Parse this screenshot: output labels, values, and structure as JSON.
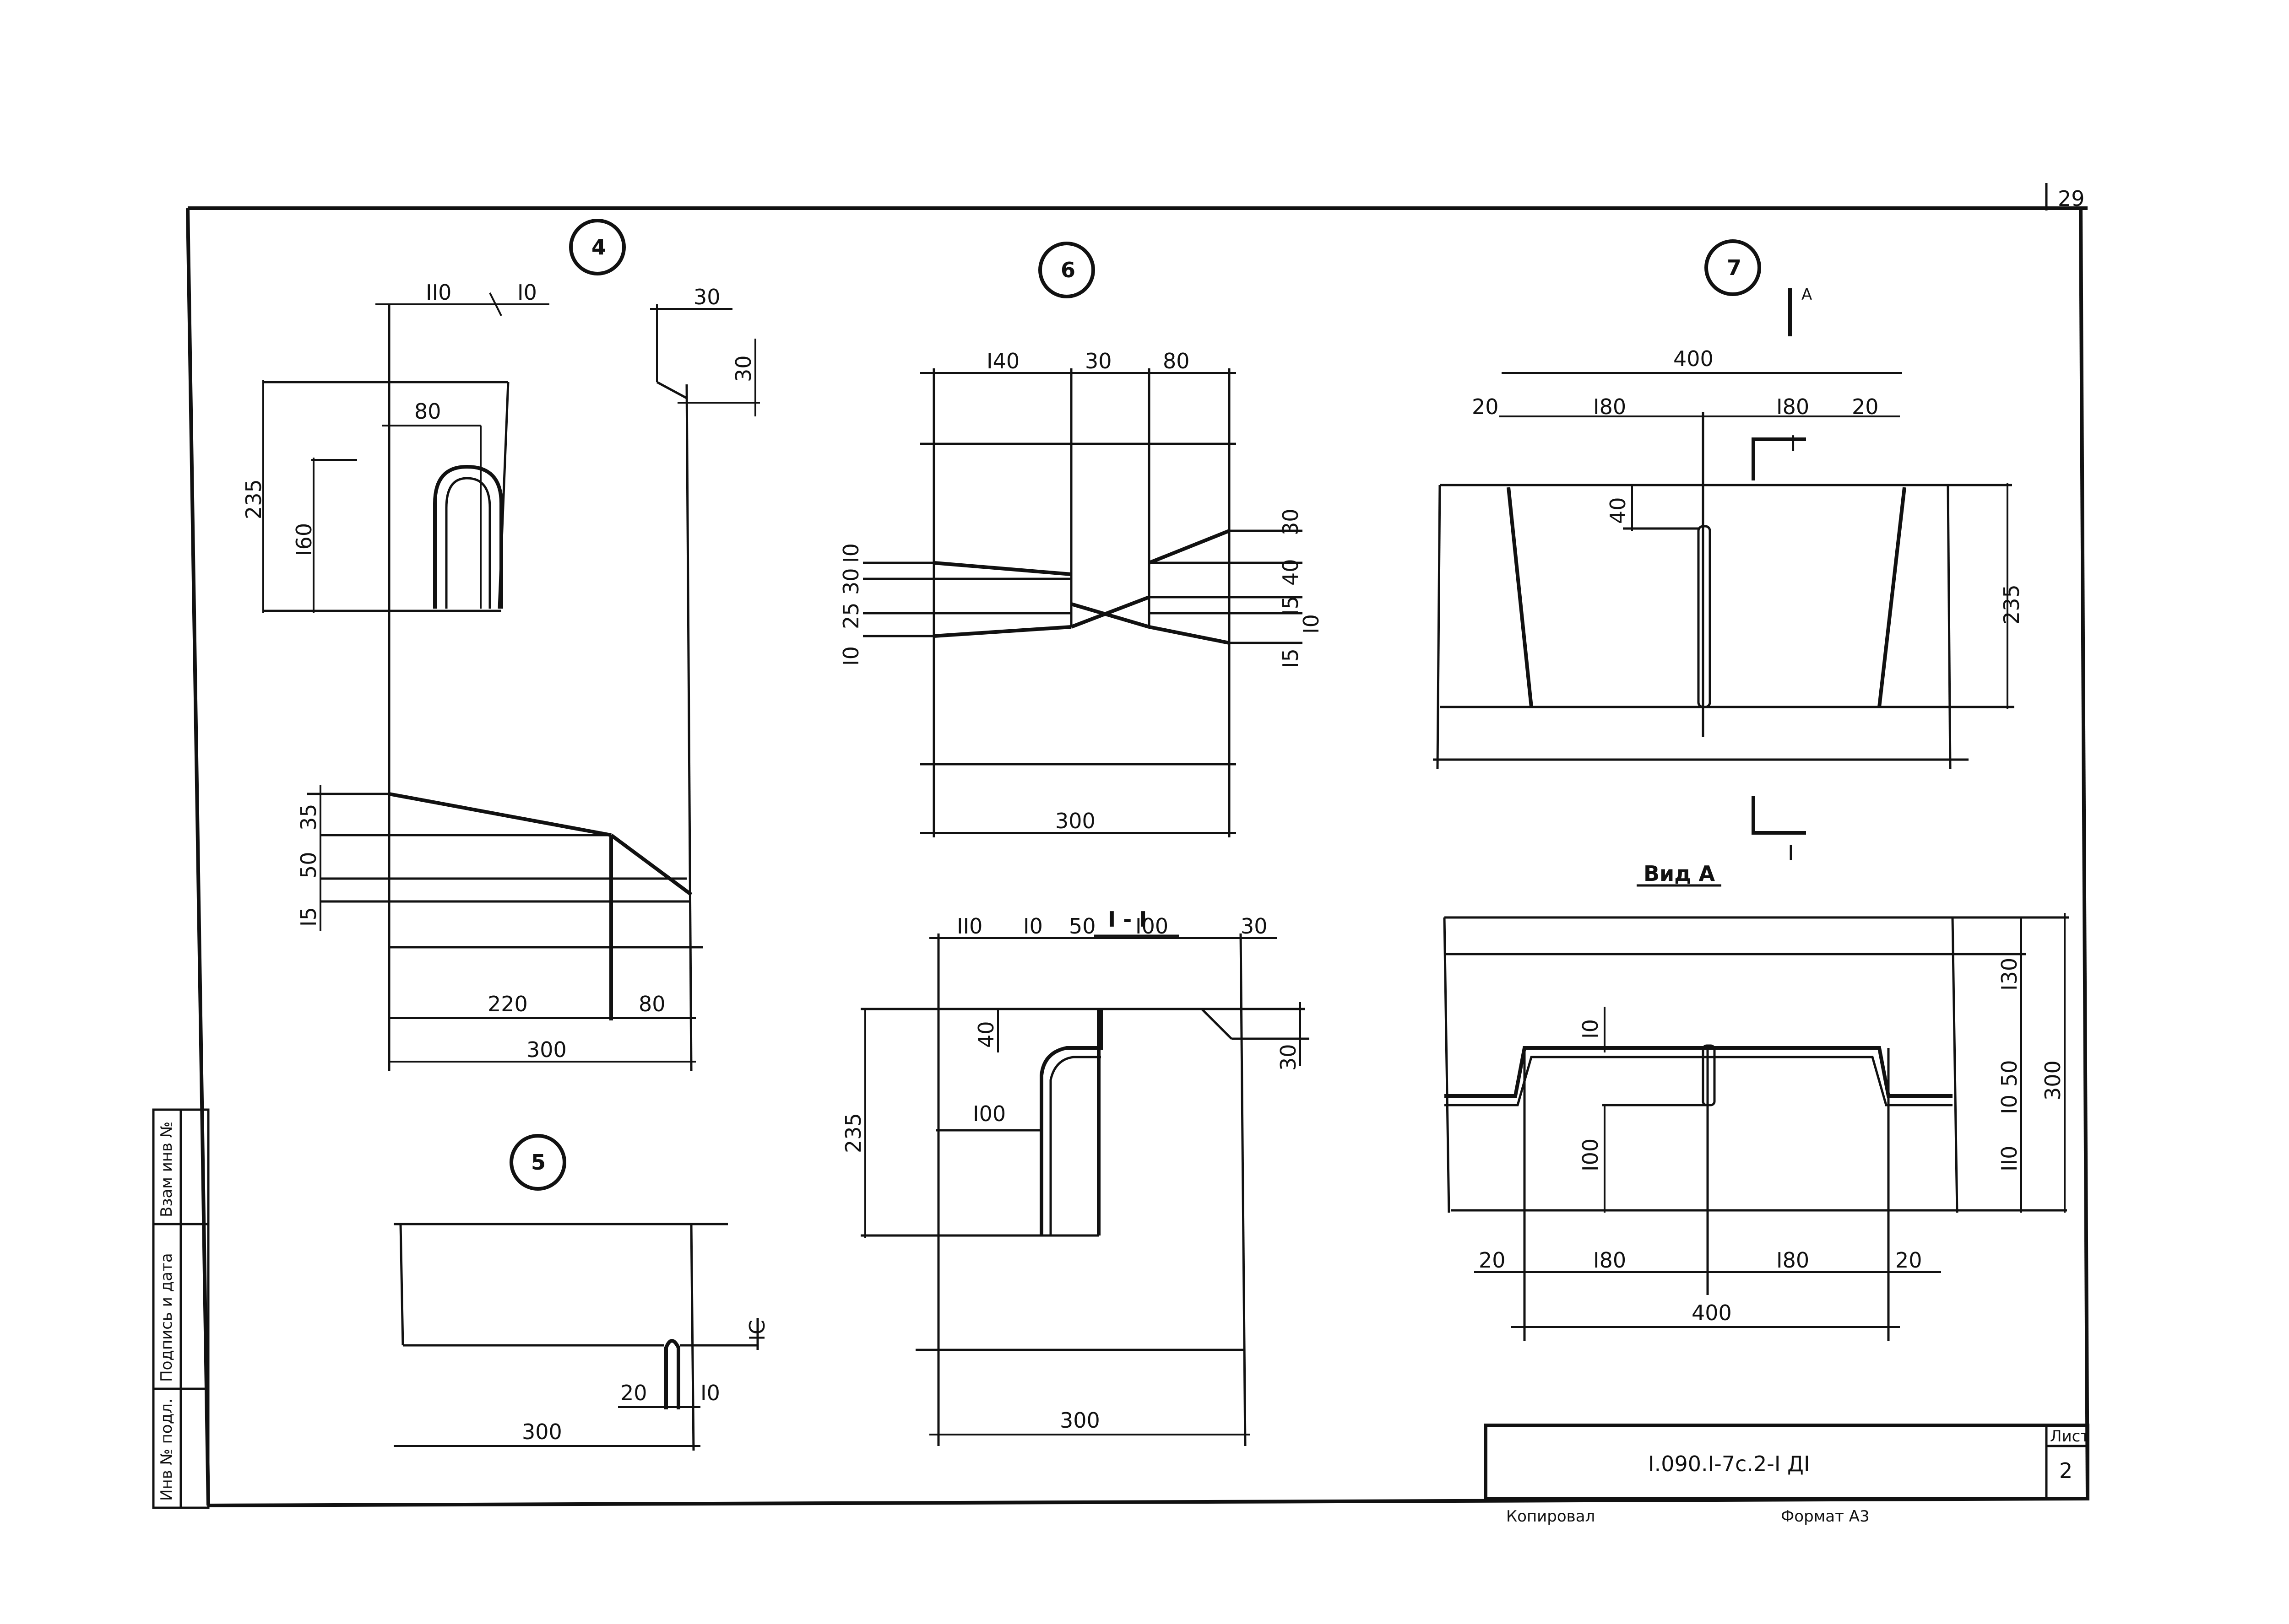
{
  "sheet": {
    "page_number": "29",
    "document_code": "I.090.I-7c.2-I ДI",
    "sheet_label": "Лист",
    "sheet_number": "2",
    "copied_label": "Копировал",
    "format_label": "Формат А3"
  },
  "stamp": {
    "inv_orig": "Инв № подл.",
    "sign_date": "Подпись и дата",
    "inv_replace": "Взам инв №"
  },
  "details": {
    "d4": {
      "marker": "4",
      "dims": [
        "II0",
        "I0",
        "30",
        "30",
        "80",
        "235",
        "I60",
        "35",
        "50",
        "I5",
        "220",
        "80",
        "300"
      ]
    },
    "d5": {
      "marker": "5",
      "dims": [
        "IC",
        "20",
        "I0",
        "300"
      ]
    },
    "d6": {
      "marker": "6",
      "dims": [
        "I40",
        "30",
        "80",
        "I0",
        "30",
        "25",
        "I0",
        "30",
        "40",
        "I5",
        "I0",
        "I5",
        "300"
      ]
    },
    "section": {
      "title": "I - I",
      "dims": [
        "II0",
        "I0",
        "50",
        "I00",
        "30",
        "40",
        "I00",
        "235",
        "30",
        "300"
      ]
    },
    "d7": {
      "marker": "7",
      "arrow_label": "А",
      "cut_label": "I",
      "dims": [
        "400",
        "20",
        "I80",
        "I80",
        "20",
        "40",
        "235"
      ]
    },
    "view_a": {
      "title": "Вид А",
      "dims": [
        "I30",
        "I0",
        "50",
        "I0",
        "I00",
        "II0",
        "300",
        "20",
        "I80",
        "I80",
        "20",
        "400"
      ]
    }
  }
}
